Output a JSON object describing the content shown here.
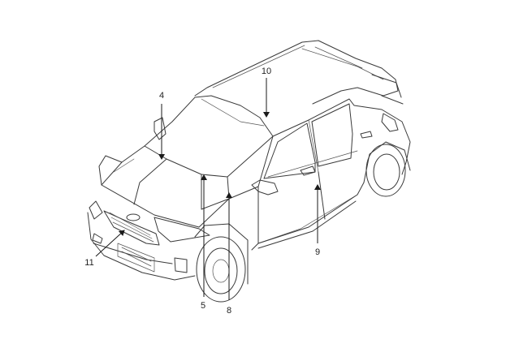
{
  "diagram": {
    "callouts": [
      {
        "id": "label-4",
        "text": "4"
      },
      {
        "id": "label-5",
        "text": "5"
      },
      {
        "id": "label-8",
        "text": "8"
      },
      {
        "id": "label-9",
        "text": "9"
      },
      {
        "id": "label-10",
        "text": "10"
      },
      {
        "id": "label-11",
        "text": "11"
      }
    ]
  }
}
